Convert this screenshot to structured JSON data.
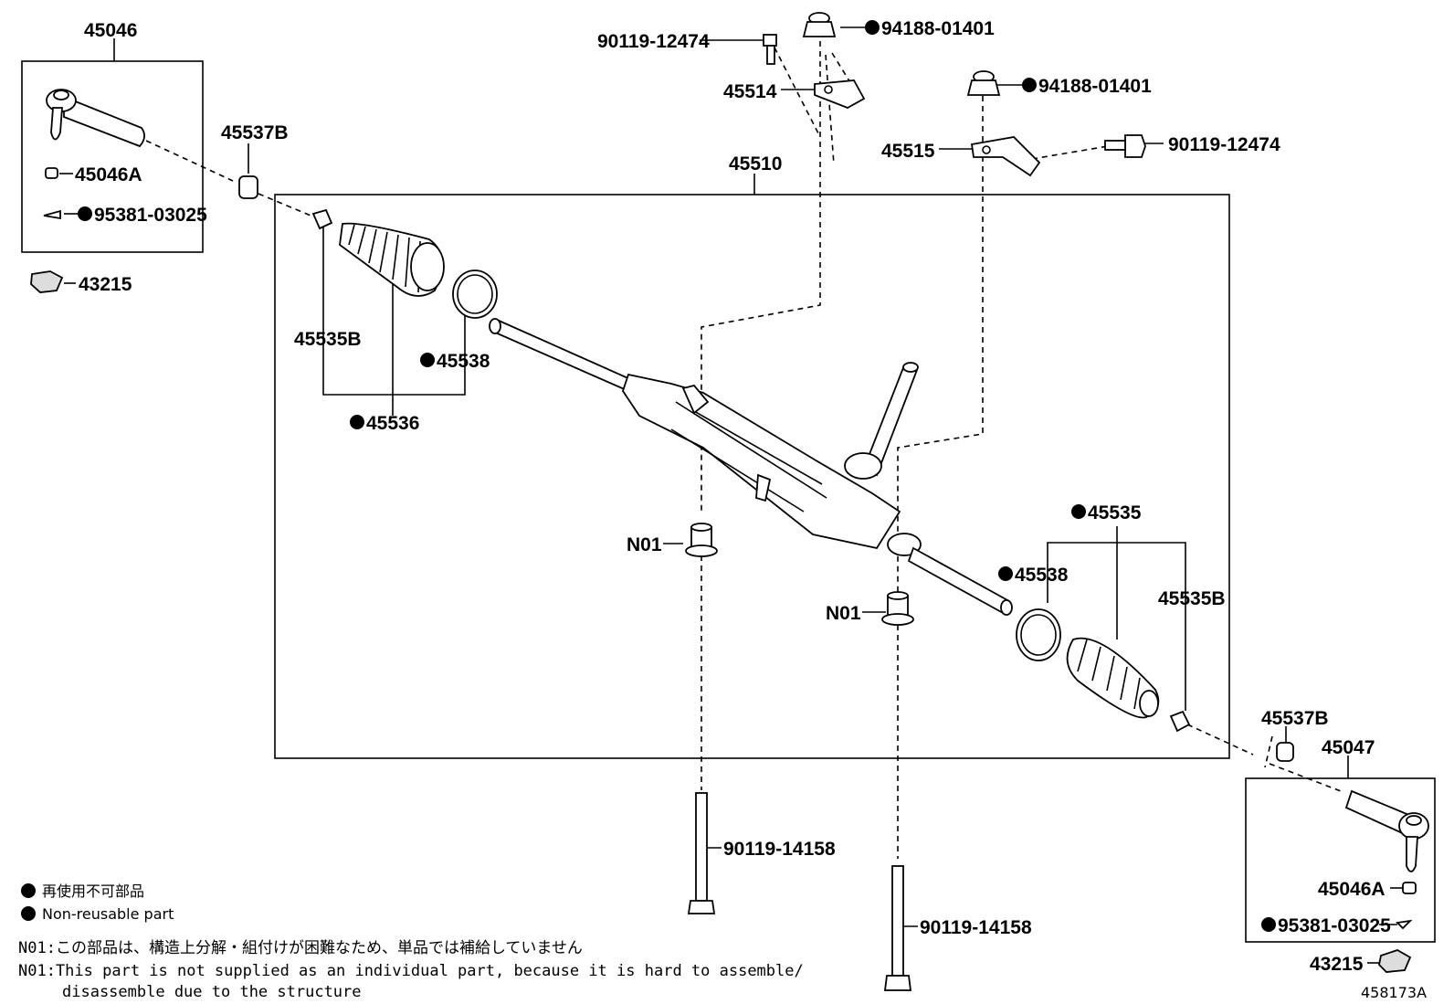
{
  "diagram": {
    "parts": {
      "tie_rod_end_left": "45046",
      "tie_rod_end_right": "45047",
      "sub_45046a_left": "45046A",
      "sub_45046a_right": "45046A",
      "pin_left": "95381-03025",
      "pin_right": "95381-03025",
      "nut_left": "43215",
      "nut_right": "43215",
      "clamp_left": "45537B",
      "clamp_right": "45537B",
      "gear_assembly": "45510",
      "boot_clip_left": "45535B",
      "boot_clip_right": "45535B",
      "clamp_ring_left": "45538",
      "clamp_ring_right": "45538",
      "boot_left": "45536",
      "boot_right": "45535",
      "bracket_left": "45514",
      "bracket_right": "45515",
      "bolt_top_left": "90119-12474",
      "bolt_top_right": "90119-12474",
      "nut_top_left": "94188-01401",
      "nut_top_right": "94188-01401",
      "bushing_left": "N01",
      "bushing_right": "N01",
      "long_bolt_left": "90119-14158",
      "long_bolt_right": "90119-14158"
    },
    "legend": {
      "jp": "再使用不可部品",
      "en": "Non-reusable part"
    },
    "notes": {
      "jp": "N01:この部品は、構造上分解・組付けが困難なため、単品では補給していません",
      "en_line1": "N01:This part is not supplied as an individual part, because it is hard to assemble/",
      "en_line2": "disassemble due to the structure"
    },
    "figure_id": "458173A"
  }
}
